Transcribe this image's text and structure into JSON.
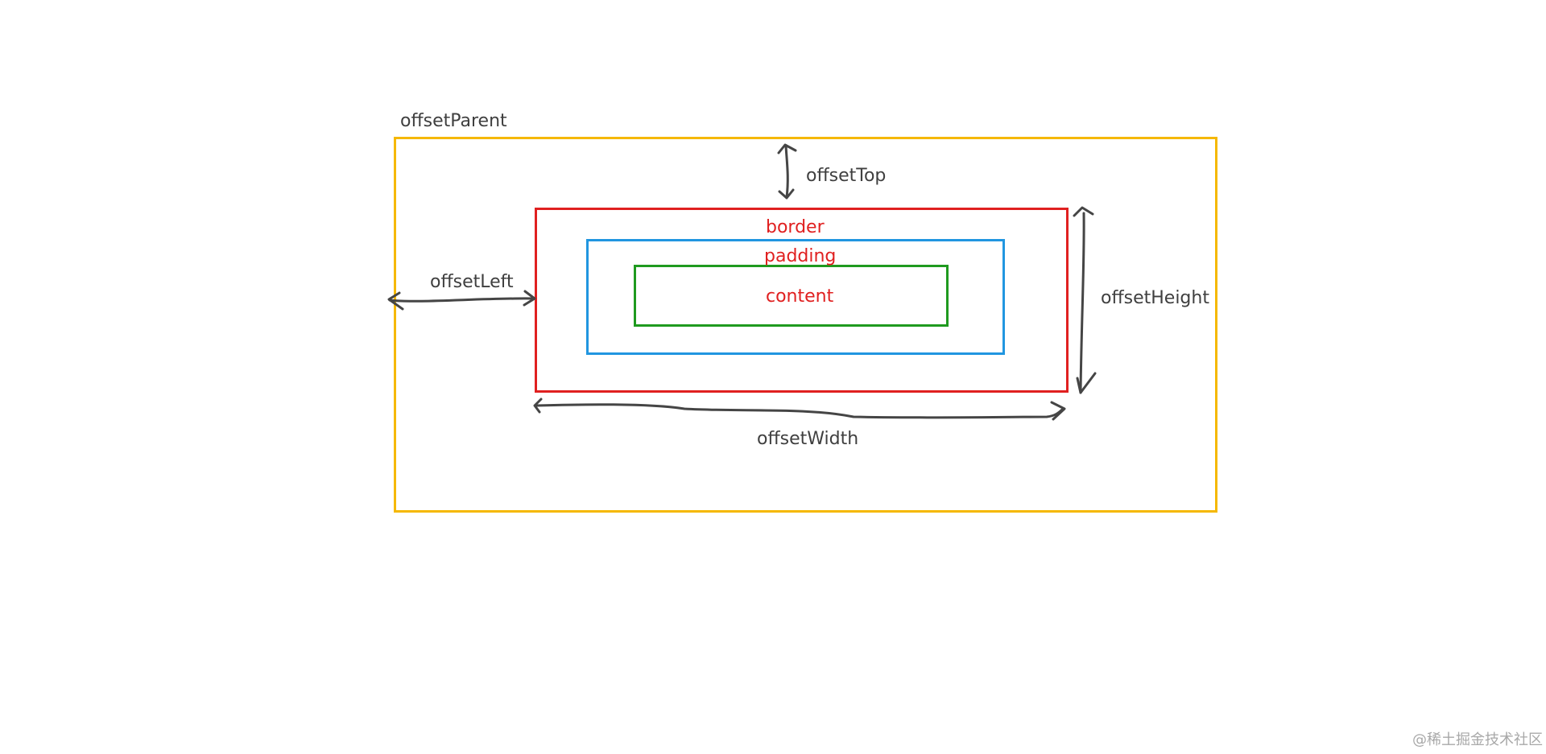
{
  "labels": {
    "offset_parent": "offsetParent",
    "offset_top": "offsetTop",
    "offset_left": "offsetLeft",
    "offset_height": "offsetHeight",
    "offset_width": "offsetWidth",
    "border": "border",
    "padding": "padding",
    "content": "content"
  },
  "watermark": "@稀土掘金技术社区",
  "colors": {
    "offset_parent_box": "#f5b800",
    "border_box": "#e02020",
    "padding_box": "#2196e0",
    "content_box": "#1f9a1f",
    "arrow": "#454545",
    "label_dark": "#3f3f3f",
    "label_red": "#e02020"
  }
}
